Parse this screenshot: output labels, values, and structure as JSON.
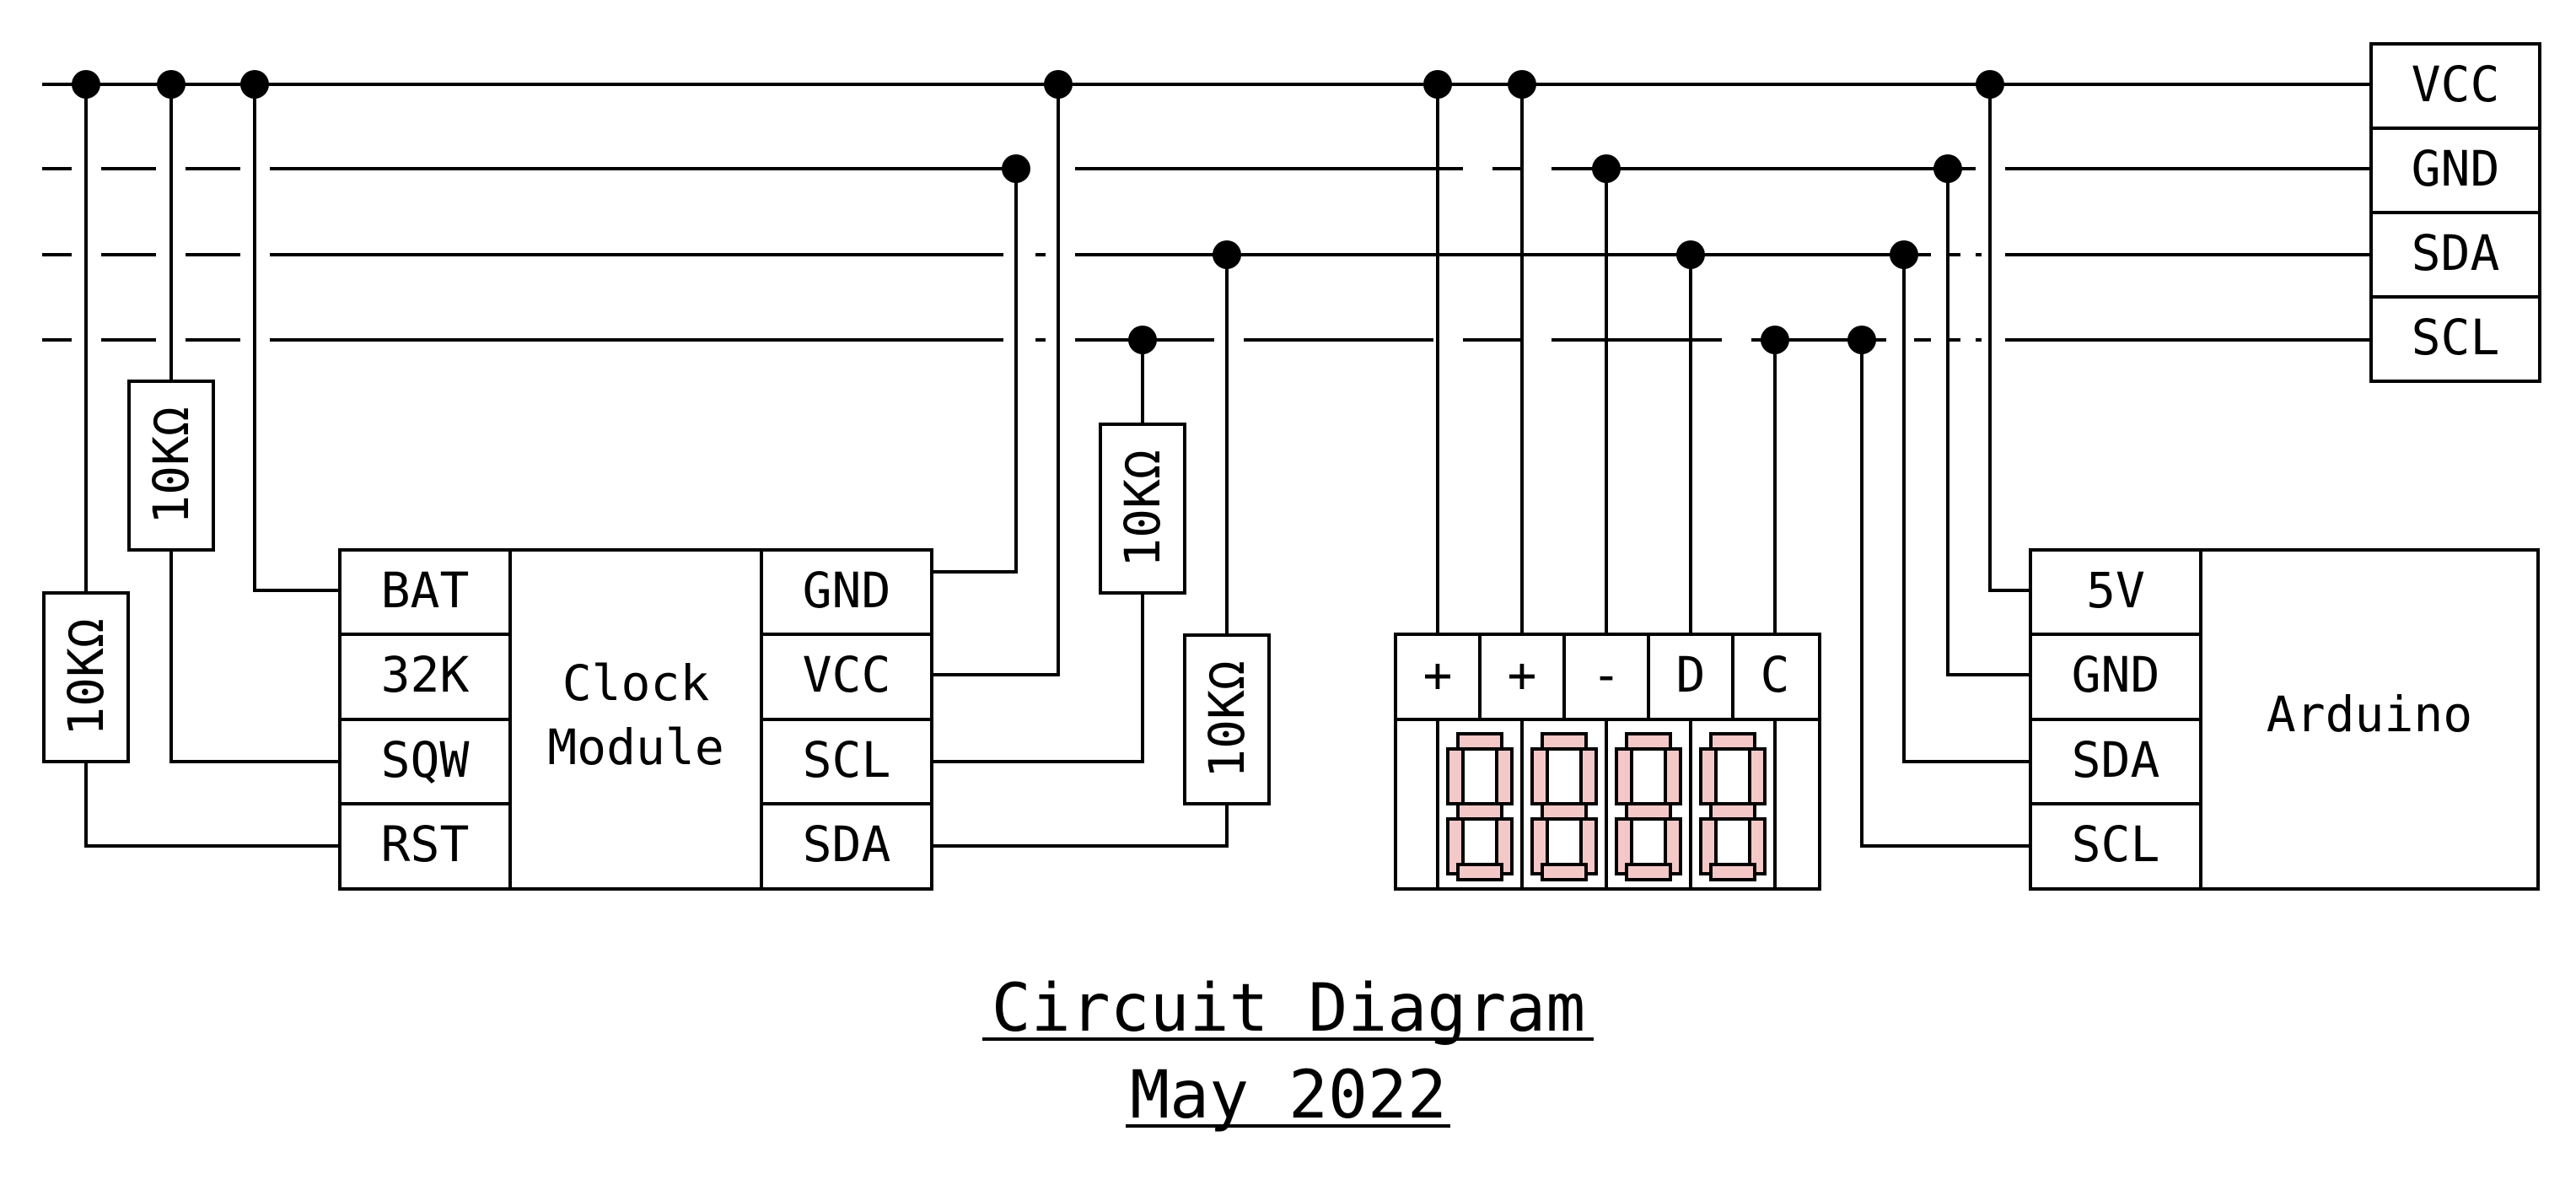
{
  "bus_labels": [
    "VCC",
    "GND",
    "SDA",
    "SCL"
  ],
  "clock_module": {
    "name_line1": "Clock",
    "name_line2": "Module",
    "left_pins": [
      "BAT",
      "32K",
      "SQW",
      "RST"
    ],
    "right_pins": [
      "GND",
      "VCC",
      "SCL",
      "SDA"
    ]
  },
  "resistors": {
    "r1": "10KΩ",
    "r2": "10KΩ",
    "r3": "10KΩ",
    "r4": "10KΩ"
  },
  "display_module": {
    "pins": [
      "+",
      "+",
      "-",
      "D",
      "C"
    ],
    "digit_count": 4,
    "segment_color": "#f5c8c8"
  },
  "arduino": {
    "name": "Arduino",
    "pins": [
      "5V",
      "GND",
      "SDA",
      "SCL"
    ]
  },
  "title": {
    "line1": "Circuit Diagram",
    "line2": "May 2022"
  }
}
